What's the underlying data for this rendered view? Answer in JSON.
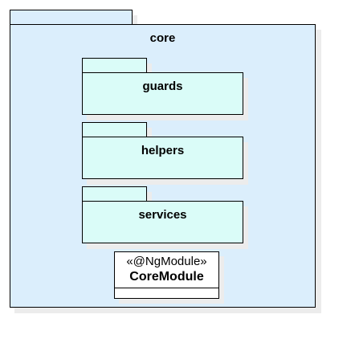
{
  "diagram": {
    "core_package": {
      "name": "core",
      "fill": "#dbeefc"
    },
    "subpackages": [
      {
        "name": "guards",
        "fill": "#dafcf8"
      },
      {
        "name": "helpers",
        "fill": "#dafcf8"
      },
      {
        "name": "services",
        "fill": "#dafcf8"
      }
    ],
    "module_class": {
      "stereotype": "«@NgModule»",
      "name": "CoreModule",
      "fill": "#ffffff"
    },
    "colors": {
      "stroke": "#000000",
      "shadow": "#ececec"
    }
  }
}
